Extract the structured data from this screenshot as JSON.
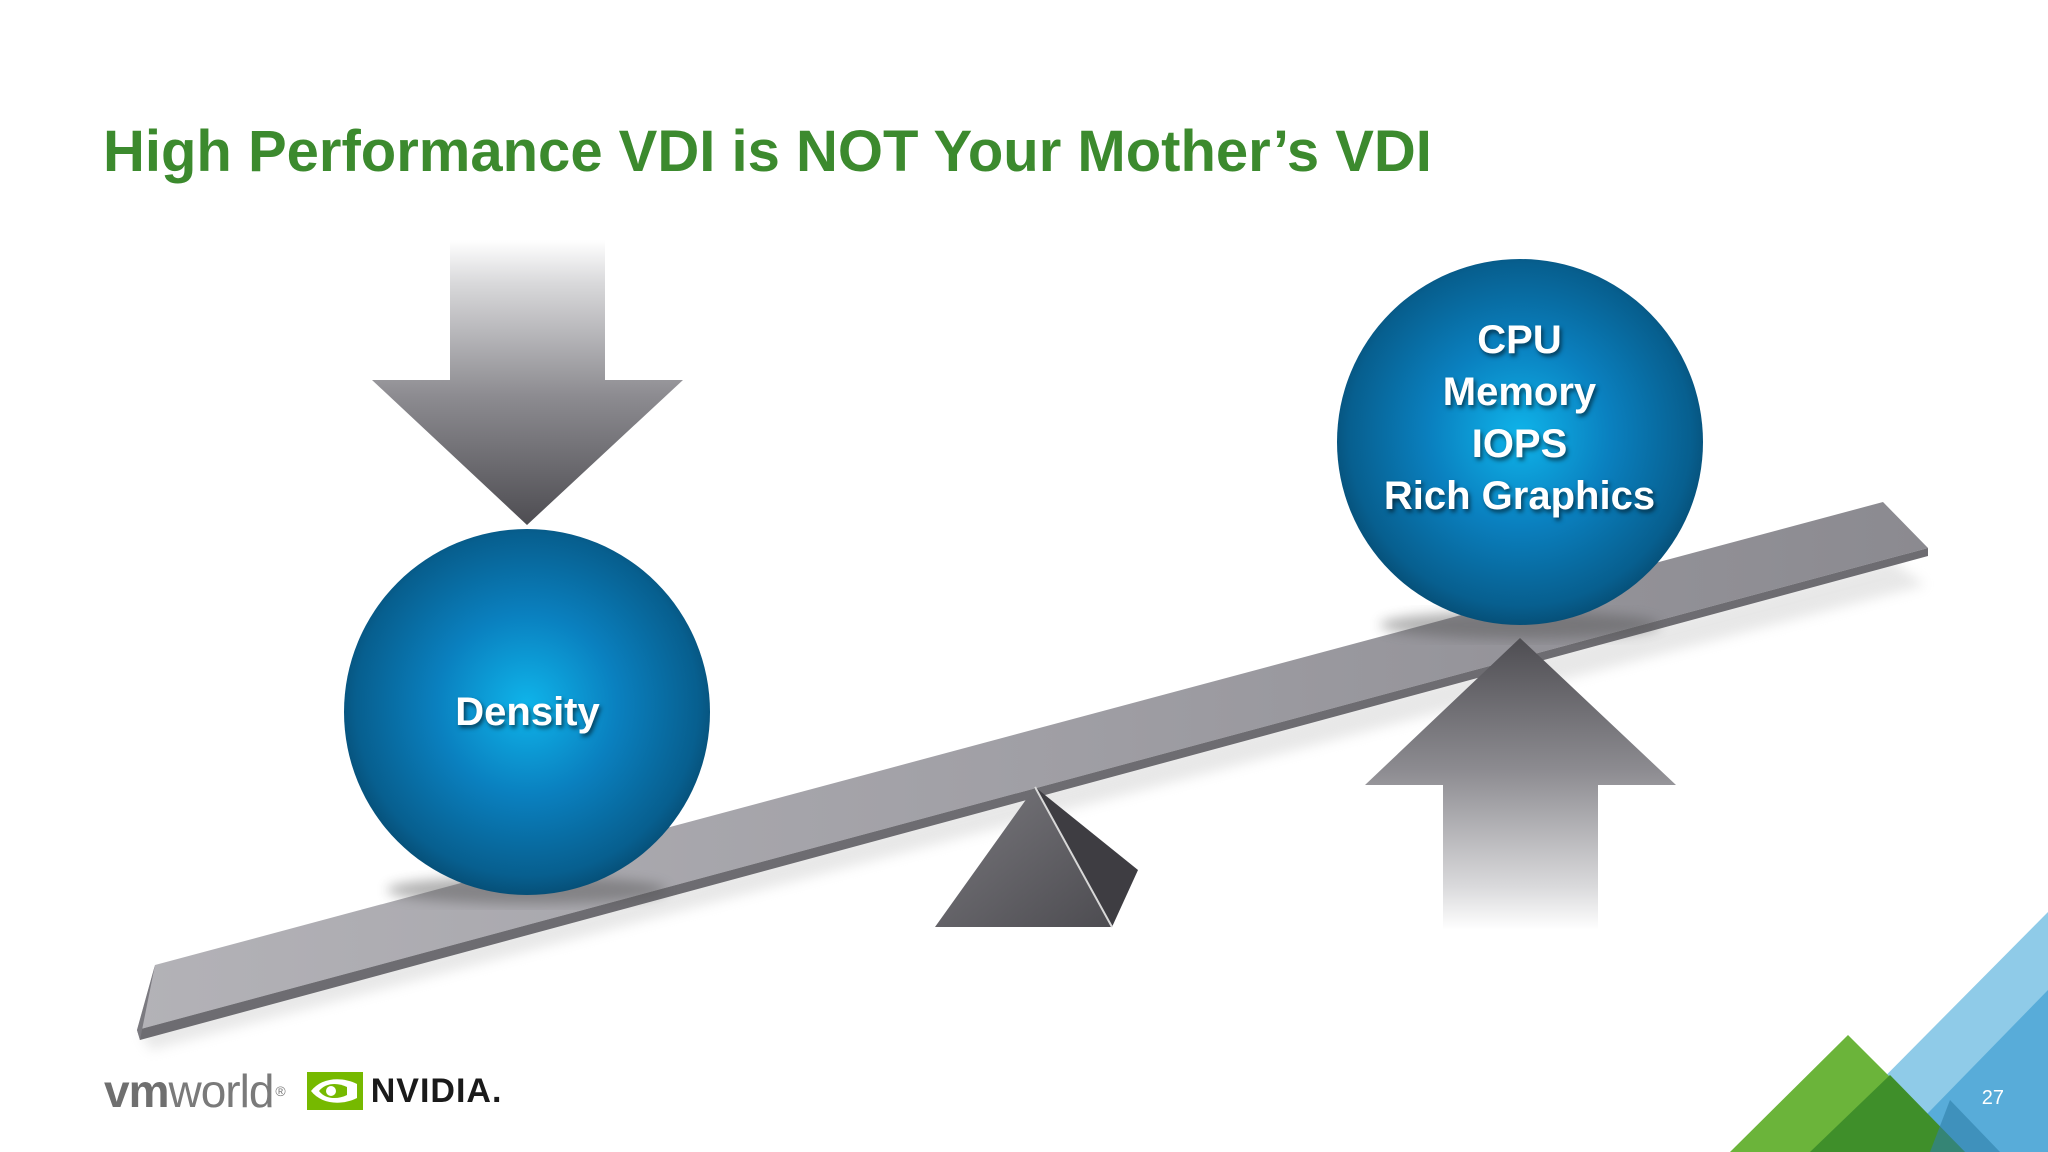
{
  "slide": {
    "title": "High Performance VDI is NOT Your Mother’s VDI",
    "page_number": "27"
  },
  "diagram": {
    "left_ball": {
      "label": "Density",
      "arrow_direction": "down"
    },
    "right_ball": {
      "lines": [
        "CPU",
        "Memory",
        "IOPS",
        "Rich Graphics"
      ],
      "arrow_direction": "up"
    },
    "icons": [
      "down-arrow-icon",
      "up-arrow-icon",
      "fulcrum-icon",
      "seesaw-beam"
    ]
  },
  "footer": {
    "vmworld_bold": "vm",
    "vmworld_rest": "world",
    "registered": "®",
    "nvidia": "NVIDIA."
  },
  "colors": {
    "title_green": "#3c8a2e",
    "ball_blue": "#0a6fa8",
    "beam_gray": "#9c9ba0",
    "corner_green": "#4e9a2a",
    "corner_blue": "#7fc1e3"
  }
}
